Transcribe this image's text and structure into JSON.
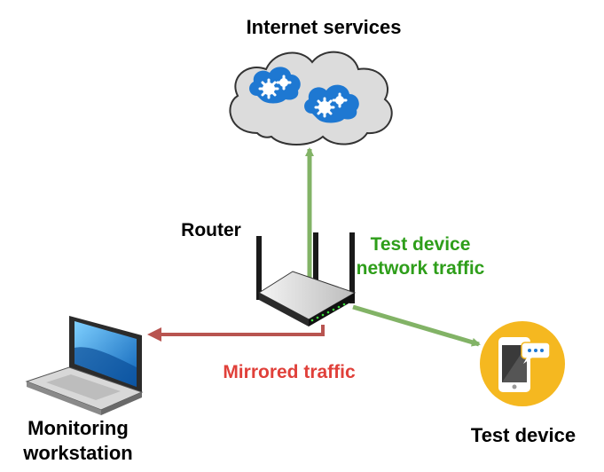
{
  "labels": {
    "internet_services": "Internet services",
    "router": "Router",
    "test_traffic_line1": "Test device",
    "test_traffic_line2": "network traffic",
    "mirrored_traffic": "Mirrored traffic",
    "monitoring_line1": "Monitoring",
    "monitoring_line2": "workstation",
    "test_device": "Test device"
  },
  "colors": {
    "green_arrow": "#82b366",
    "green_text": "#2e9e1a",
    "red_arrow": "#b85450",
    "red_text": "#e0403a",
    "cloud_fill": "#dcdcdc",
    "cloud_stroke": "#333333",
    "gear_blue": "#1e78d2",
    "device_circle": "#f5b820",
    "text": "#000000"
  },
  "icons": {
    "cloud": "cloud-gears-icon",
    "router": "wifi-router-icon",
    "laptop": "laptop-icon",
    "device": "smartphone-chat-icon"
  }
}
